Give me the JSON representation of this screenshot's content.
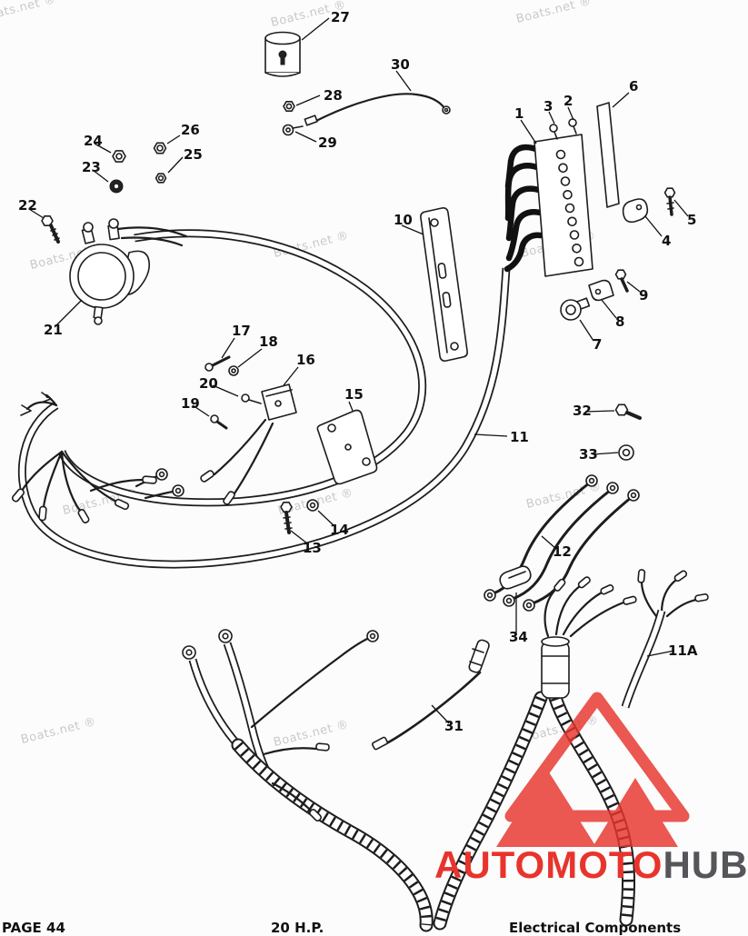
{
  "page": {
    "background": "#fcfcfc"
  },
  "watermark": {
    "text": "Boats.net ®"
  },
  "logo": {
    "text_red": "AUTOMOTO",
    "text_dark": "HUB",
    "red": "#e8342c",
    "dark": "#55565a"
  },
  "footer": {
    "left": "PAGE 44",
    "center": "20 H.P.",
    "right": "Electrical Components"
  },
  "diagram": {
    "description": "Exploded parts diagram of outboard electrical components and wiring harness with numbered callouts",
    "callouts": {
      "c1": "1",
      "c2": "2",
      "c3": "3",
      "c4": "4",
      "c5": "5",
      "c6": "6",
      "c7": "7",
      "c8": "8",
      "c9": "9",
      "c10": "10",
      "c11": "11",
      "c11A": "11A",
      "c12": "12",
      "c13": "13",
      "c14": "14",
      "c15": "15",
      "c16": "16",
      "c17": "17",
      "c18": "18",
      "c19": "19",
      "c20": "20",
      "c21": "21",
      "c22": "22",
      "c23": "23",
      "c24": "24",
      "c25": "25",
      "c26": "26",
      "c27": "27",
      "c28": "28",
      "c29": "29",
      "c30": "30",
      "c31": "31",
      "c32": "32",
      "c33": "33",
      "c34": "34"
    }
  }
}
